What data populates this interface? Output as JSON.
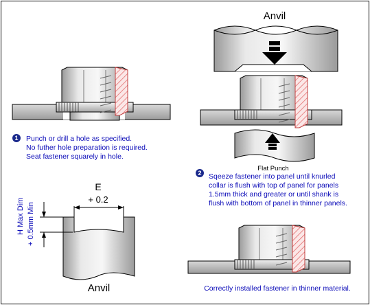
{
  "steps": {
    "step1": {
      "number": "1",
      "lines": [
        "Punch or drill a hole as specified.",
        "No futher hole preparation is required.",
        "Seat fastener squarely in hole."
      ]
    },
    "step2": {
      "number": "2",
      "lines": [
        "Sqeeze fastener into panel until knurled",
        "collar is flush with top of panel for panels",
        "1.5mm thick and greater or until shank is",
        "flush with bottom of panel in thinner panels."
      ]
    }
  },
  "labels": {
    "anvil_top": "Anvil",
    "flat_punch": "Flat Punch",
    "anvil_bottom": "Anvil",
    "dim_e": "E",
    "dim_e_tol": "+ 0.2",
    "dim_h_line1": "H Max Dim",
    "dim_h_line2": "+ 0.5mm Min",
    "caption_installed": "Correctly installed fastener in thinner material."
  },
  "colors": {
    "text_blue": "#0b0bb8",
    "badge_blue": "#1b2a8c",
    "metal_light": "#e8e8e8",
    "metal_mid": "#c4c4c4",
    "metal_dark": "#8c8c8c",
    "hatch_red": "#e06060",
    "panel_gray": "#b8b8b8"
  },
  "icons": [
    "down-arrow-icon",
    "up-arrow-icon",
    "step-1-badge-icon",
    "step-2-badge-icon"
  ]
}
